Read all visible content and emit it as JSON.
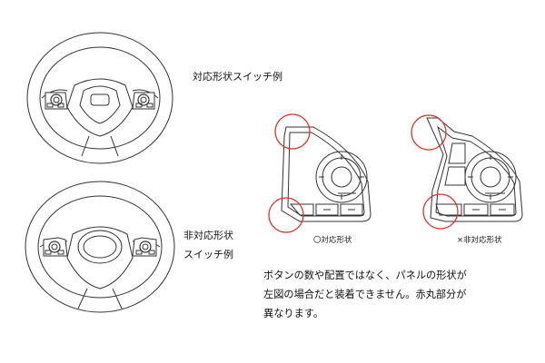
{
  "labels": {
    "compatible_switch_example": "対応形状スイッチ例",
    "incompatible_switch_example_line1": "非対応形状",
    "incompatible_switch_example_line2": "スイッチ例"
  },
  "captions": {
    "compatible_shape": "〇対応形状",
    "incompatible_shape": "×非対応形状"
  },
  "note": {
    "line1": "ボタンの数や配置ではなく、パネルの形状が",
    "line2": "左図の場合だと装着できません。赤丸部分が",
    "line3": "異なります。"
  },
  "colors": {
    "line": "#333333",
    "marker_circle": "#d9342b",
    "background": "#ffffff"
  }
}
